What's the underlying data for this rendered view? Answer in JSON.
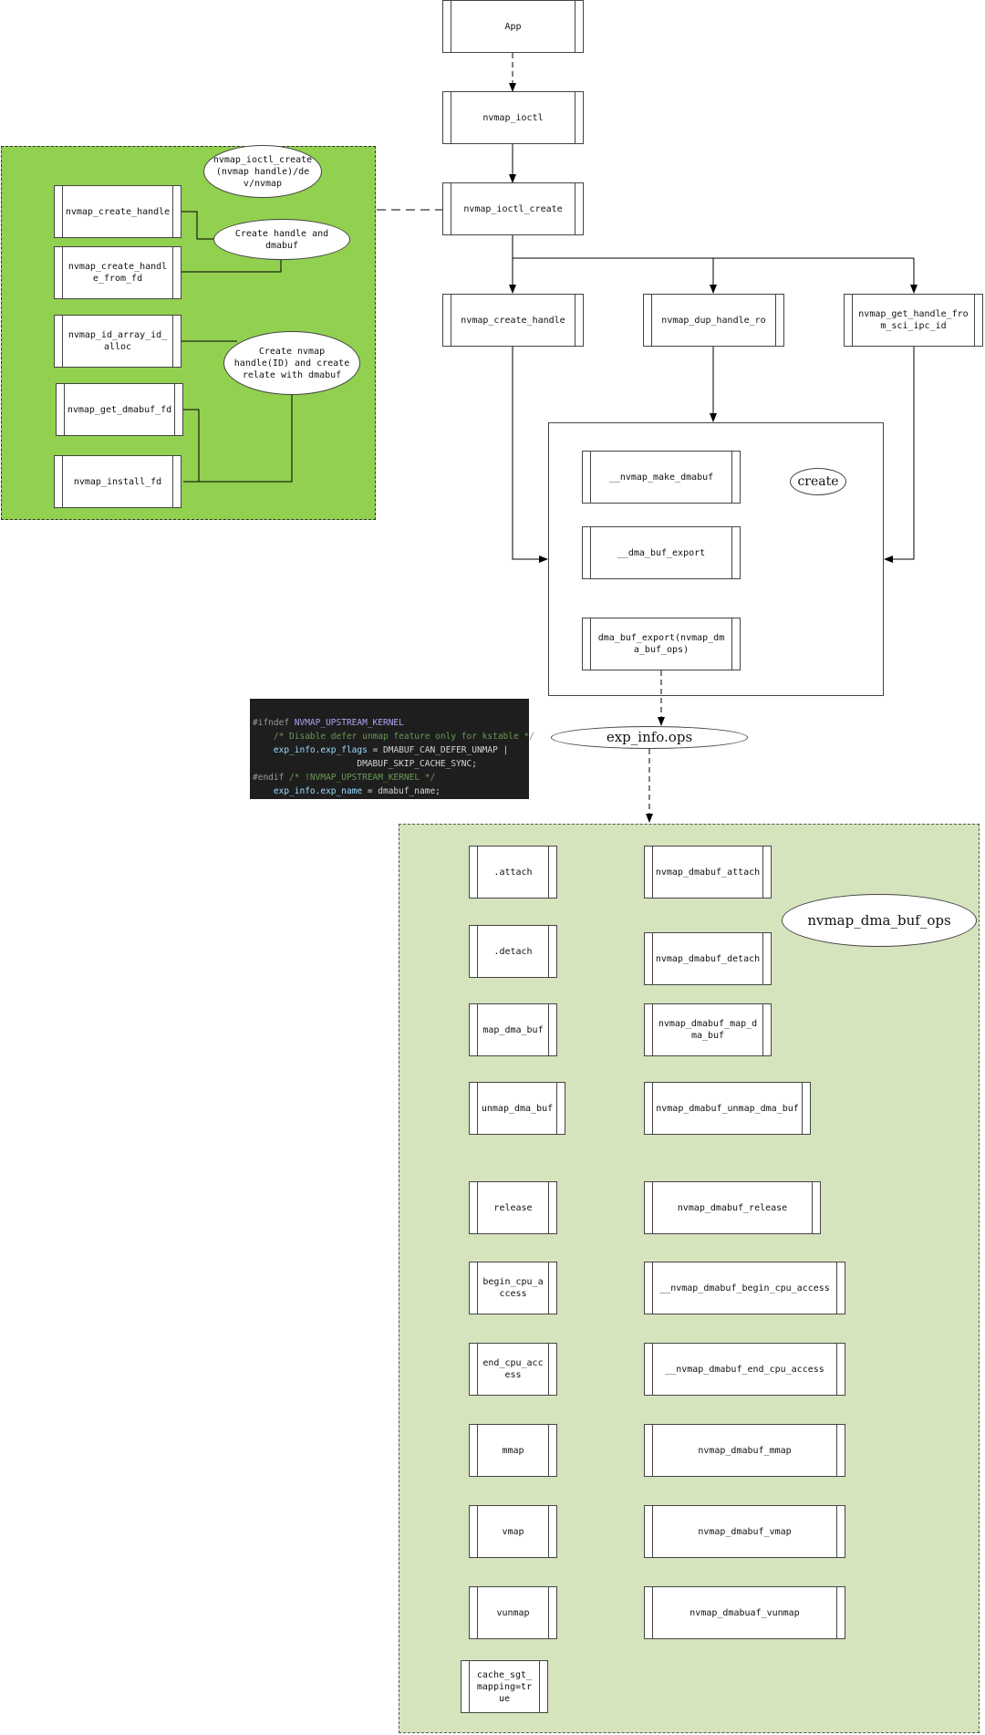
{
  "flow": {
    "app": "App",
    "ioctl": "nvmap_ioctl",
    "ioctl_create": "nvmap_ioctl_create",
    "create_handle": "nvmap_create_handle",
    "dup_handle_ro": "nvmap_dup_handle_ro",
    "get_handle_from_sci": "nvmap_get_handle_from_sci_ipc_id",
    "exp_info_ops": "exp_info.ops"
  },
  "create_box": {
    "label": "create",
    "make_dmabuf": "__nvmap_make_dmabuf",
    "dma_buf_export_inner": "__dma_buf_export",
    "dma_buf_export_call": "dma_buf_export(nvmap_dma_buf_ops)"
  },
  "detail_panel": {
    "title_note": "nvmap_ioctl_create(nvmap handle)/dev/nvmap",
    "create_handle": "nvmap_create_handle",
    "create_handle_from_fd": "nvmap_create_handle_from_fd",
    "id_array_alloc": "nvmap_id_array_id_alloc",
    "get_dmabuf_fd": "nvmap_get_dmabuf_fd",
    "install_fd": "nvmap_install_fd",
    "note_handle_dmabuf": "Create handle and dmabuf",
    "note_relate": "Create nvmap handle(ID) and create relate with dmabuf"
  },
  "code": {
    "l1_kw": "#ifndef ",
    "l1_macro": "NVMAP_UPSTREAM_KERNEL",
    "l2_comment": "    /* Disable defer unmap feature only for kstable */",
    "l3_ident": "    exp_info.exp_flags",
    "l3_rest": " = DMABUF_CAN_DEFER_UNMAP |",
    "l4": "                    DMABUF_SKIP_CACHE_SYNC;",
    "l5_kw": "#endif ",
    "l5_comment": "/* !NVMAP_UPSTREAM_KERNEL */",
    "l6_ident": "    exp_info.exp_name",
    "l6_rest": " = dmabuf_name;"
  },
  "ops": {
    "title": "nvmap_dma_buf_ops",
    "rows": [
      {
        "op": ".attach",
        "fn": "nvmap_dmabuf_attach"
      },
      {
        "op": ".detach",
        "fn": "nvmap_dmabuf_detach"
      },
      {
        "op": "map_dma_buf",
        "fn": "nvmap_dmabuf_map_dma_buf"
      },
      {
        "op": "unmap_dma_buf",
        "fn": "nvmap_dmabuf_unmap_dma_buf"
      },
      {
        "op": "release",
        "fn": "nvmap_dmabuf_release"
      },
      {
        "op": "begin_cpu_access",
        "fn": "__nvmap_dmabuf_begin_cpu_access"
      },
      {
        "op": "end_cpu_access",
        "fn": "__nvmap_dmabuf_end_cpu_access"
      },
      {
        "op": "mmap",
        "fn": "nvmap_dmabuf_mmap"
      },
      {
        "op": "vmap",
        "fn": "nvmap_dmabuf_vmap"
      },
      {
        "op": "vunmap",
        "fn": "nvmap_dmabuaf_vunmap"
      }
    ],
    "cache_sgt": "cache_sgt_mapping=true"
  }
}
